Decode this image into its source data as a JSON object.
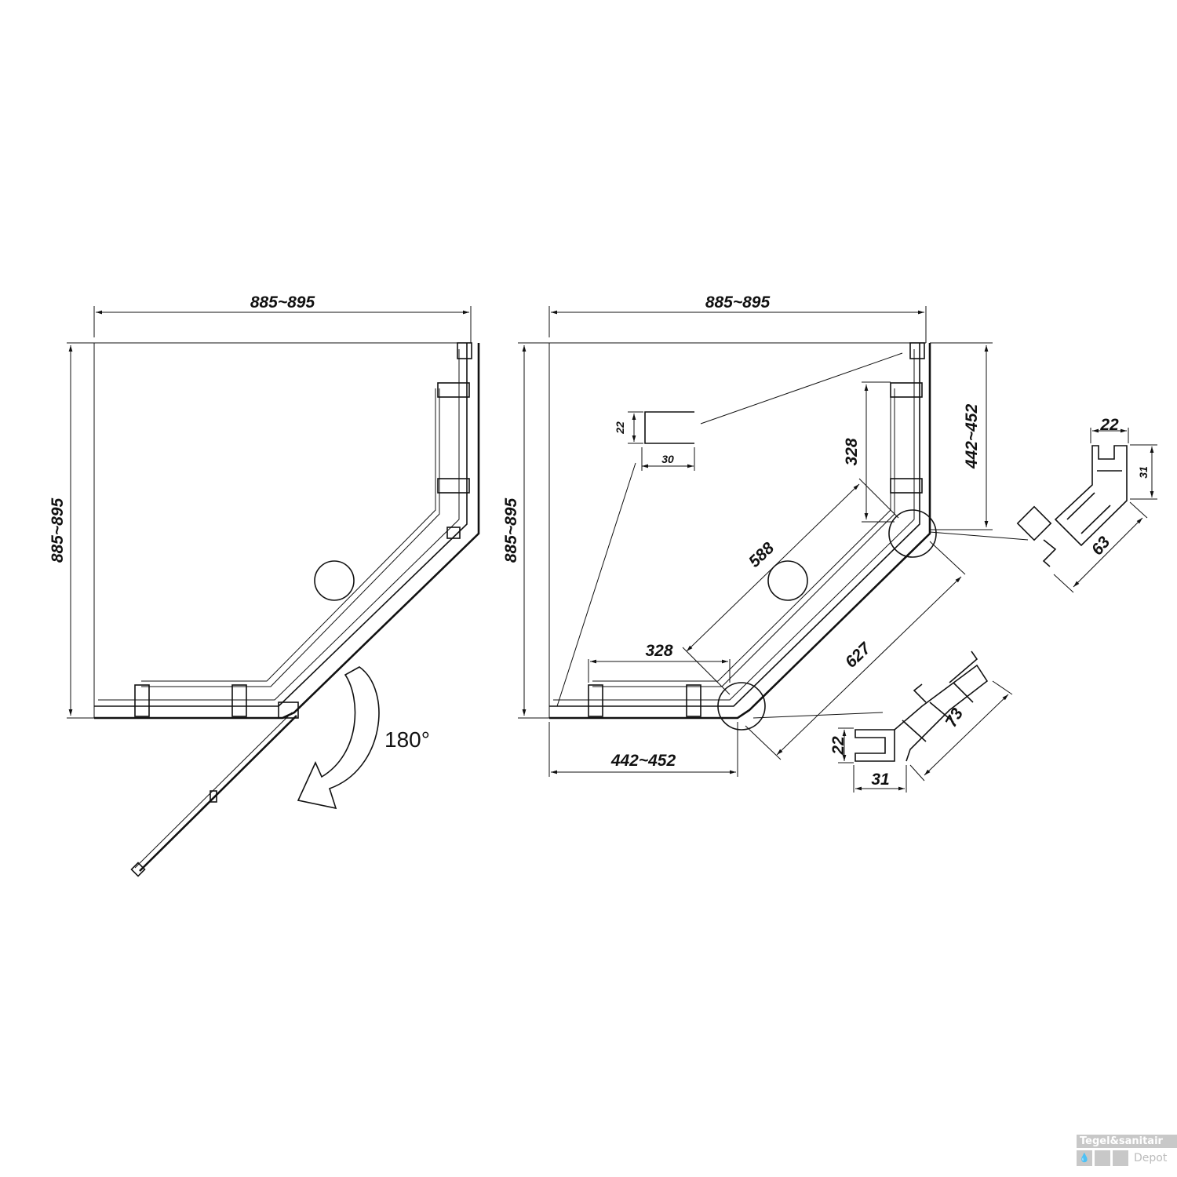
{
  "left_view": {
    "width_label": "885~895",
    "depth_label": "885~895",
    "swing_label": "180°"
  },
  "right_view": {
    "width_label": "885~895",
    "depth_label": "885~895",
    "side_right_label": "442~452",
    "side_bottom_label": "442~452",
    "panel_right_label": "328",
    "panel_bottom_label": "328",
    "door_inner_label": "588",
    "door_outer_label": "627",
    "tray_profile": {
      "height_label": "22",
      "width_label": "30"
    },
    "detail_top": {
      "width_label": "22",
      "height_label": "31",
      "diag_label": "63"
    },
    "detail_bottom": {
      "height_label": "22",
      "width_label": "31",
      "diag_label": "73"
    }
  },
  "watermark": {
    "brand": "Tegel&sanitair",
    "sub": "Depot"
  }
}
